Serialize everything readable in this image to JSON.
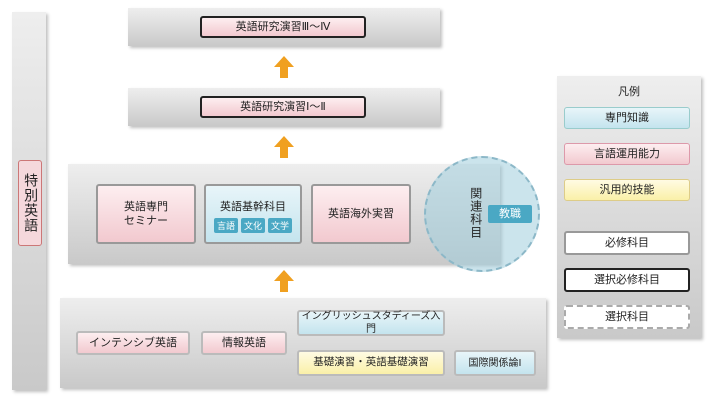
{
  "side_label": "特別英語",
  "level3": {
    "label": "英語研究演習Ⅲ～Ⅳ"
  },
  "level2": {
    "label": "英語研究演習Ⅰ～Ⅱ"
  },
  "level1": {
    "seminar": "英語専門\nセミナー",
    "core": {
      "label": "英語基幹科目",
      "tags": [
        "言語",
        "文化",
        "文学"
      ]
    },
    "abroad": "英語海外実習",
    "related": "関連科目",
    "teacher": "教職"
  },
  "base": {
    "intensive": "インテンシブ英語",
    "info": "情報英語",
    "studies": "イングリッシュスタディーズ入門",
    "practice": "基礎演習・英語基礎演習",
    "intl": "国際関係論Ⅰ"
  },
  "legend": {
    "title": "凡例",
    "items": [
      "専門知識",
      "言語運用能力",
      "汎用的技能",
      "必修科目",
      "選択必修科目",
      "選択科目"
    ]
  },
  "colors": {
    "arrow": "#f0a020"
  }
}
